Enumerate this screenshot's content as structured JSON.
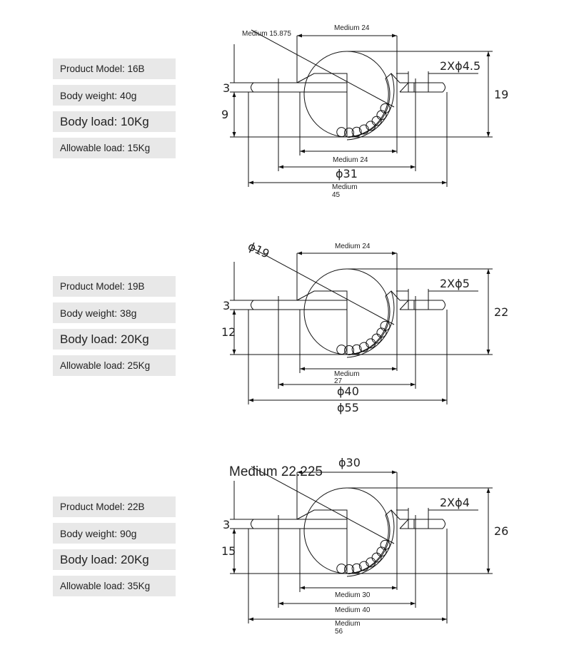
{
  "products": [
    {
      "model": "Product Model: 16B",
      "weight": "Body weight: 40g",
      "load": "Body load: 10Kg",
      "allowable": "Allowable load: 15Kg",
      "dims": {
        "diagonal": "Medium 15.875",
        "top_width": "Medium 24",
        "total_height": "19",
        "flange_thickness": "3",
        "depth": "9",
        "holes": "2Xϕ4.5",
        "inner_width": "Medium 24",
        "bolt_circle": "ϕ31",
        "outer_line1": "Medium",
        "outer_line2": "45"
      }
    },
    {
      "model": "Product Model: 19B",
      "weight": "Body weight: 38g",
      "load": "Body load: 20Kg",
      "allowable": "Allowable load: 25Kg",
      "dims": {
        "diagonal": "ϕ19",
        "top_width": "Medium 24",
        "total_height": "22",
        "flange_thickness": "3",
        "depth": "12",
        "holes": "2Xϕ5",
        "inner_line1": "Medium",
        "inner_line2": "27",
        "bolt_circle": "ϕ40",
        "outer": "ϕ55"
      }
    },
    {
      "model": "Product Model: 22B",
      "weight": "Body weight: 90g",
      "load": "Body load: 20Kg",
      "allowable": "Allowable load: 35Kg",
      "dims": {
        "diagonal": "Medium 22.225",
        "top_width": "ϕ30",
        "total_height": "26",
        "flange_thickness": "3",
        "depth": "15",
        "holes": "2Xϕ4",
        "inner_width": "Medium 30",
        "bolt_circle": "Medium 40",
        "outer_line1": "Medium",
        "outer_line2": "56"
      }
    }
  ]
}
